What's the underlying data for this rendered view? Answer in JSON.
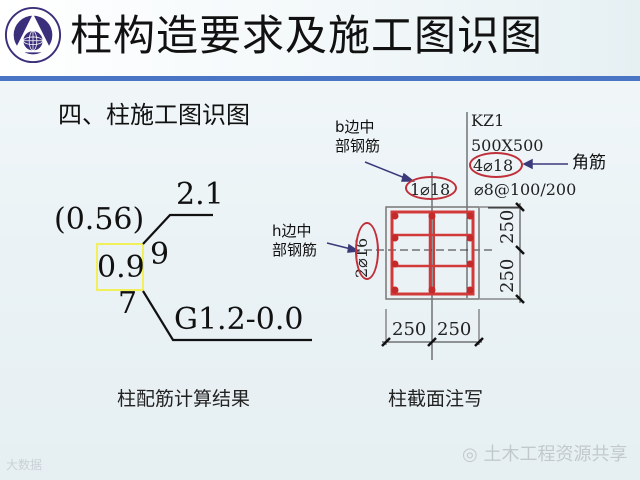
{
  "header": {
    "title": "柱构造要求及施工图识图",
    "logo": {
      "icon": "university-logo-icon",
      "top_text": "重庆大学",
      "bottom_text": "城市科技学院"
    },
    "rule_color": "#4a74c4"
  },
  "section": {
    "subtitle": "四、柱施工图识图"
  },
  "calc_result": {
    "top_value": "2.1",
    "paren_value": "(0.56)",
    "boxed_value": "0.9",
    "right_number": "9",
    "left_number": "7",
    "bottom_value": "G1.2-0.0",
    "box_color": "#f1f05a",
    "caption": "柱配筋计算结果"
  },
  "section_annotation": {
    "column_id": "KZ1",
    "size": "500X500",
    "corner_bars": "4⌀18",
    "stirrups": "⌀8@100/200",
    "b_side_bars": "1⌀18",
    "h_side_bars": "2⌀16",
    "labels": {
      "b_side": [
        "b边中",
        "部钢筋"
      ],
      "h_side": [
        "h边中",
        "部钢筋"
      ],
      "corner": "角筋"
    },
    "dims": {
      "bottom_left": "250",
      "bottom_right": "250",
      "right_top": "250",
      "right_bottom": "250"
    },
    "highlight_color": "#c0303a",
    "rebar_color": "#d23a3a",
    "caption": "柱截面注写"
  },
  "footer": {
    "left_watermark": "大数据",
    "right_watermark": "土木工程资源共享",
    "right_icon": "wechat-icon"
  }
}
